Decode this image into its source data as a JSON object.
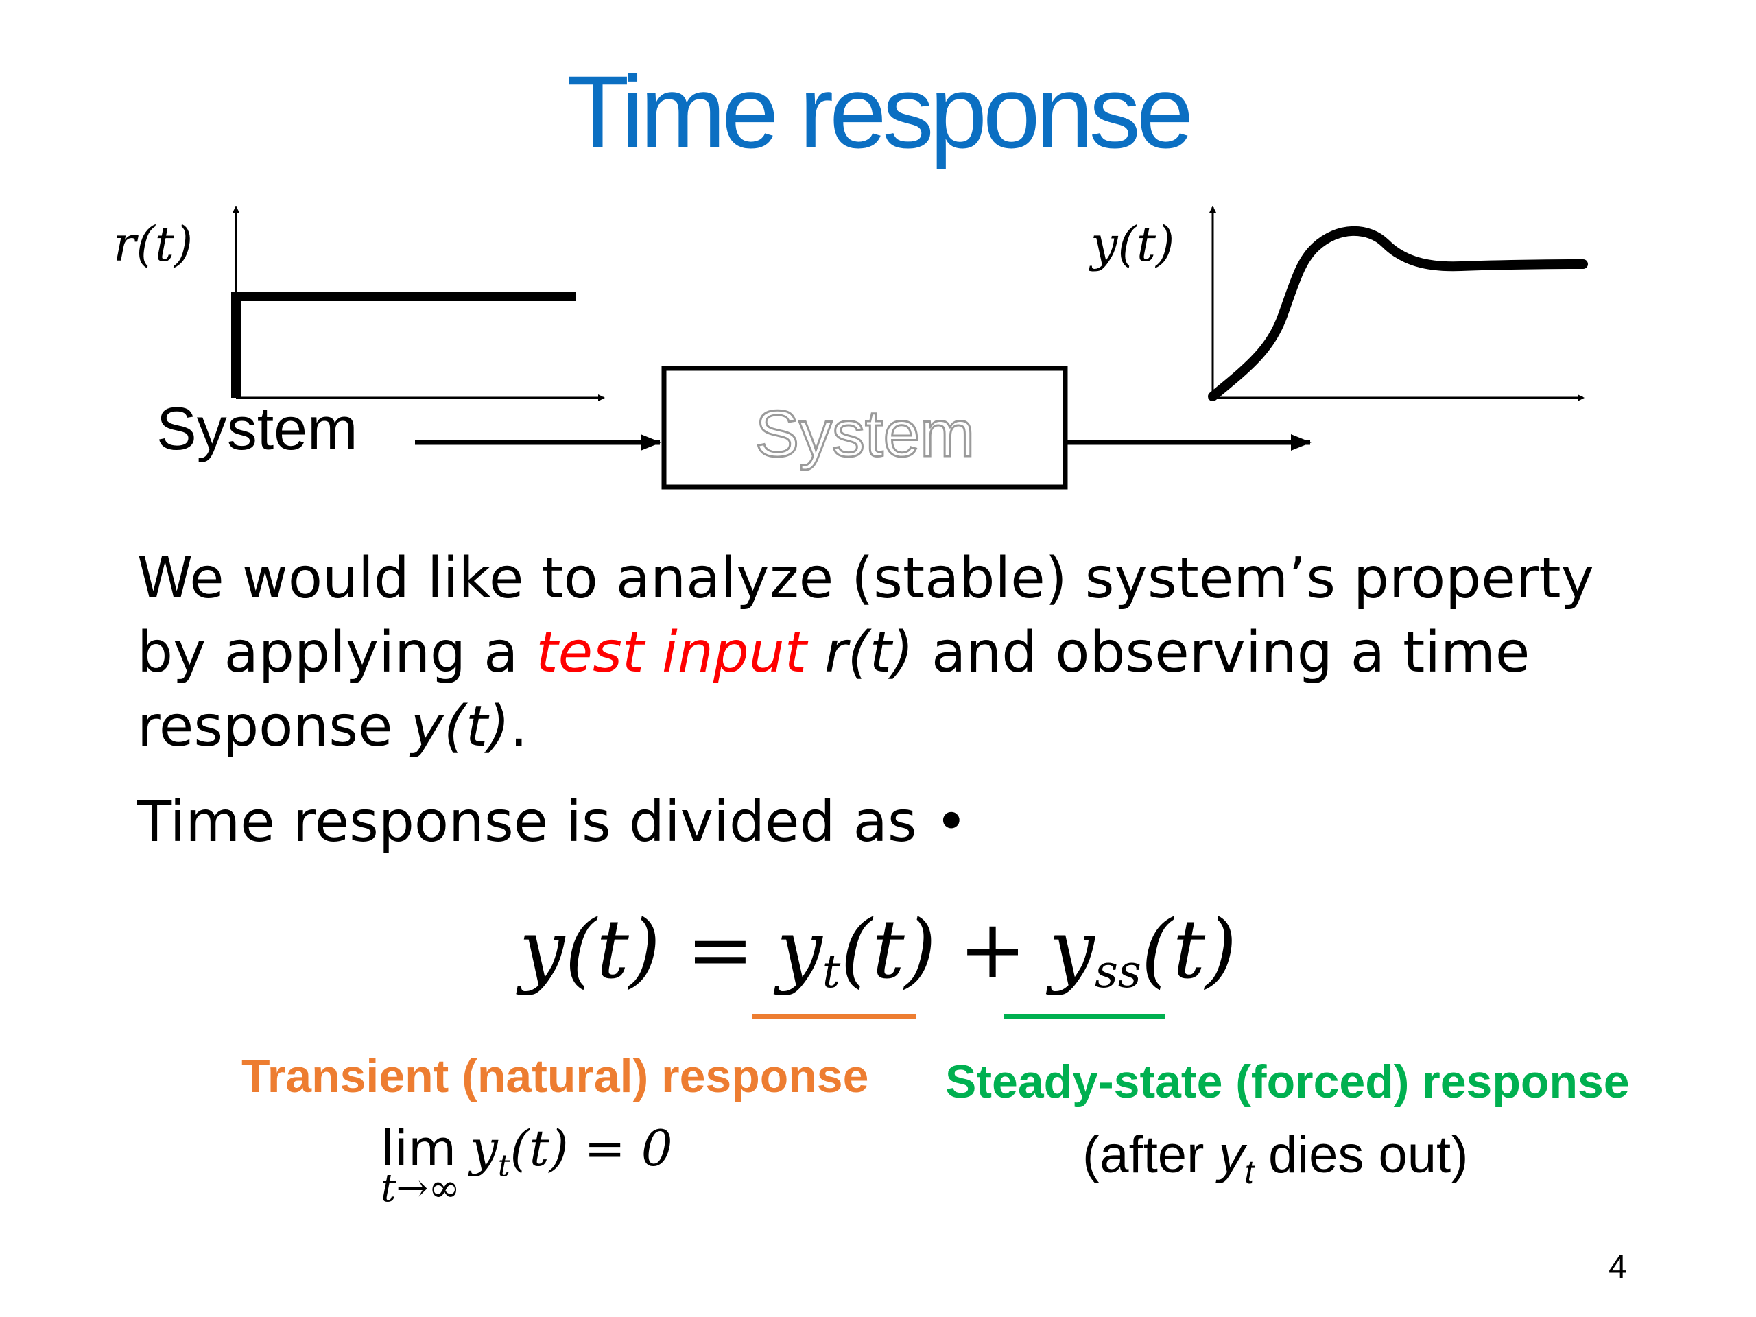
{
  "title": "Time response",
  "diagram": {
    "input_axis_label": "r(t)",
    "output_axis_label": "y(t)",
    "input_label": "System",
    "block_label": "System"
  },
  "paragraph1": {
    "part1": "We would like to analyze (stable) system’s property by applying a ",
    "highlight": "test input",
    "part2": " ",
    "input_sym": "r(t)",
    "part3": " and observing a time response ",
    "output_sym": "y(t)",
    "part4": "."
  },
  "paragraph2": "Time response is divided as •",
  "equation": {
    "lhs": "y(t) =",
    "yt": "y",
    "yt_sub": "t",
    "yt_arg": "(t)",
    "plus": "+",
    "yss": "y",
    "yss_sub": "ss",
    "yss_arg": "(t)"
  },
  "labels": {
    "transient": "Transient (natural) response",
    "steady": "Steady-state (forced) response"
  },
  "limit": {
    "lim": "lim",
    "sub": "t→∞",
    "expr": "y",
    "expr_sub": "t",
    "expr_tail": "(t) = 0"
  },
  "after_note": {
    "pre": "(after ",
    "sym": "y",
    "sym_sub": "t",
    "post": " dies out)"
  },
  "page_number": "4",
  "colors": {
    "title": "#0b6fc2",
    "highlight": "#ff0000",
    "transient": "#ed7d31",
    "steady": "#00b050"
  }
}
